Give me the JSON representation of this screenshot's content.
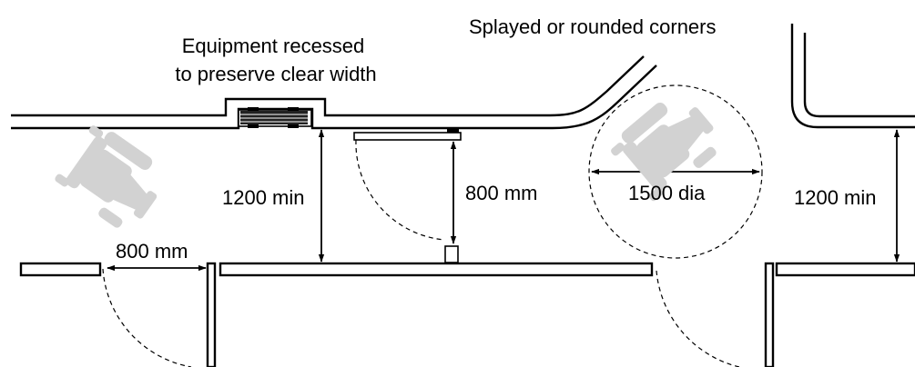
{
  "labels": {
    "equipment_line1": "Equipment recessed",
    "equipment_line2": "to preserve clear width",
    "corners": "Splayed or rounded corners",
    "width_left": "1200 min",
    "width_right": "1200 min",
    "door_top": "800  mm",
    "door_bottom": "800  mm",
    "turning_circle": "1500 dia"
  },
  "icons": [
    "wheelchair-icon",
    "wheelchair-icon"
  ],
  "colors": {
    "lines": "#000000",
    "wheelchair_silhouette": "#d2d2d2",
    "background": "#ffffff"
  }
}
